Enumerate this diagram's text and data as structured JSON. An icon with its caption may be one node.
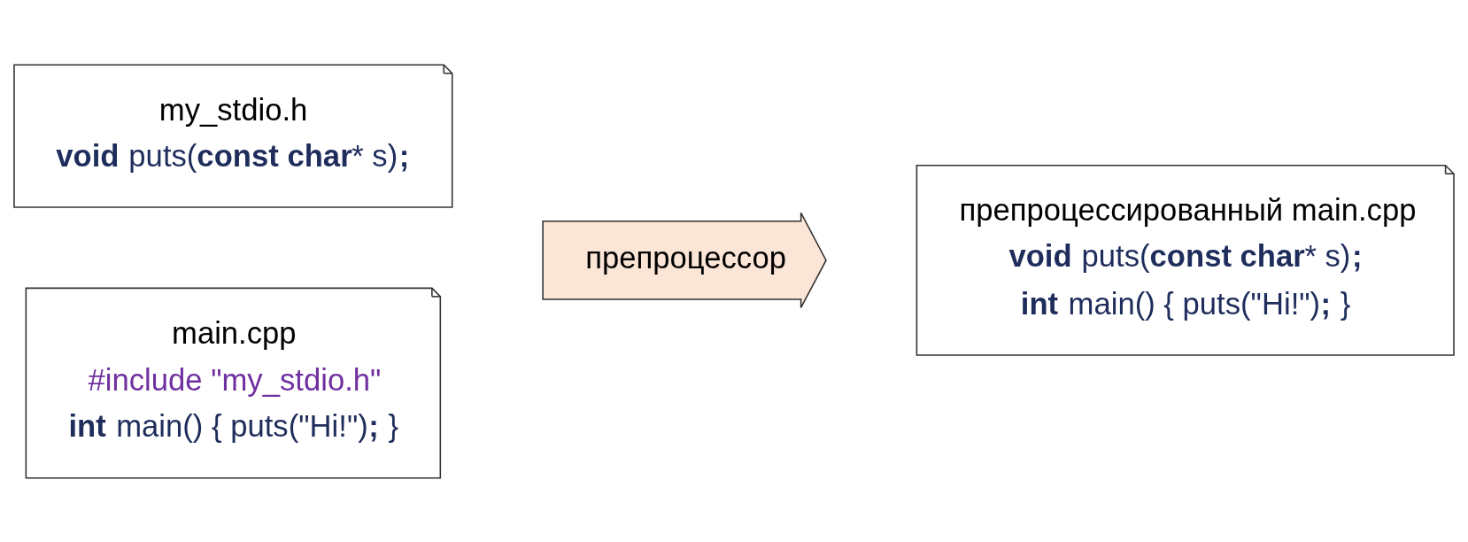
{
  "diagram": {
    "nodes": [
      {
        "text": [
          "my_stdio.h",
          "**void** puts(**const char*** s)**;**"
        ]
      },
      {
        "text": [
          "main.cpp",
          "#include \"my_stdio.h\"",
          "**int** main() { puts(\"Hi!\")**;** }"
        ]
      },
      {
        "text": [
          "препроцессор"
        ]
      },
      {
        "text": [
          "препроцессированный main.cpp",
          "**void** puts(**const char*** s)**;**",
          "**int** main() { puts(\"Hi!\")**;** }"
        ]
      }
    ]
  }
}
